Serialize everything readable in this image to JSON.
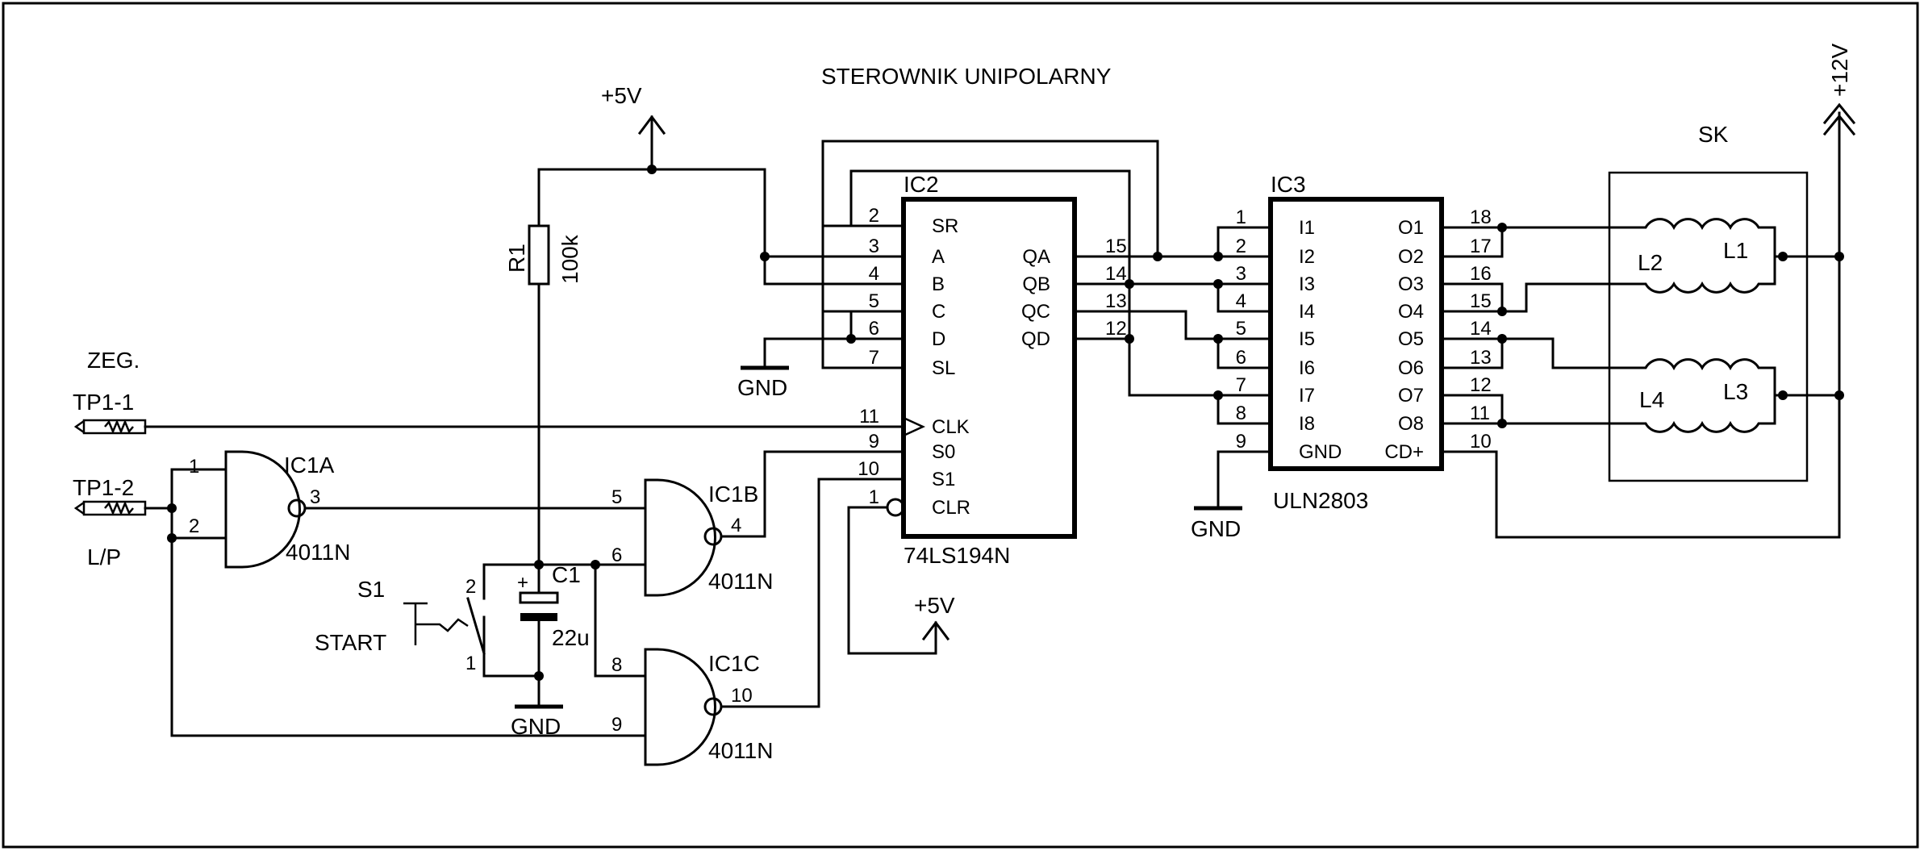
{
  "title": "STEROWNIK  UNIPOLARNY",
  "labels": {
    "vcc1": "+5V",
    "vcc2": "+5V",
    "vcc12": "+12V",
    "gnd1": "GND",
    "gnd2": "GND",
    "gnd3": "GND",
    "zeg": "ZEG.",
    "tp1": "TP1-1",
    "tp2": "TP1-2",
    "lp": "L/P",
    "r1": "R1",
    "r1val": "100k",
    "c1": "C1",
    "c1val": "22u",
    "s1": "S1",
    "start": "START",
    "ic1a": "IC1A",
    "ic1b": "IC1B",
    "ic1c": "IC1C",
    "gate_type": "4011N",
    "ic2": "IC2",
    "ic2type": "74LS194N",
    "ic3": "IC3",
    "ic3type": "ULN2803",
    "sk": "SK",
    "l1": "L1",
    "l2": "L2",
    "l3": "L3",
    "l4": "L4"
  },
  "ic2_pins_left": [
    {
      "num": "2",
      "name": "SR"
    },
    {
      "num": "3",
      "name": "A"
    },
    {
      "num": "4",
      "name": "B"
    },
    {
      "num": "5",
      "name": "C"
    },
    {
      "num": "6",
      "name": "D"
    },
    {
      "num": "7",
      "name": "SL"
    },
    {
      "num": "11",
      "name": "CLK"
    },
    {
      "num": "9",
      "name": "S0"
    },
    {
      "num": "10",
      "name": "S1"
    },
    {
      "num": "1",
      "name": "CLR"
    }
  ],
  "ic2_pins_right": [
    {
      "num": "15",
      "name": "QA"
    },
    {
      "num": "14",
      "name": "QB"
    },
    {
      "num": "13",
      "name": "QC"
    },
    {
      "num": "12",
      "name": "QD"
    }
  ],
  "ic3_pins_left": [
    {
      "num": "1",
      "name": "I1"
    },
    {
      "num": "2",
      "name": "I2"
    },
    {
      "num": "3",
      "name": "I3"
    },
    {
      "num": "4",
      "name": "I4"
    },
    {
      "num": "5",
      "name": "I5"
    },
    {
      "num": "6",
      "name": "I6"
    },
    {
      "num": "7",
      "name": "I7"
    },
    {
      "num": "8",
      "name": "I8"
    },
    {
      "num": "9",
      "name": "GND"
    }
  ],
  "ic3_pins_right": [
    {
      "num": "18",
      "name": "O1"
    },
    {
      "num": "17",
      "name": "O2"
    },
    {
      "num": "16",
      "name": "O3"
    },
    {
      "num": "15",
      "name": "O4"
    },
    {
      "num": "14",
      "name": "O5"
    },
    {
      "num": "13",
      "name": "O6"
    },
    {
      "num": "12",
      "name": "O7"
    },
    {
      "num": "11",
      "name": "O8"
    },
    {
      "num": "10",
      "name": "CD+"
    }
  ],
  "gate_pins": {
    "a_in1": "1",
    "a_in2": "2",
    "a_out": "3",
    "b_in1": "5",
    "b_in2": "6",
    "b_out": "4",
    "c_in1": "8",
    "c_in2": "9",
    "c_out": "10",
    "s1_top": "2",
    "s1_bot": "1",
    "c1_plus": "+"
  }
}
